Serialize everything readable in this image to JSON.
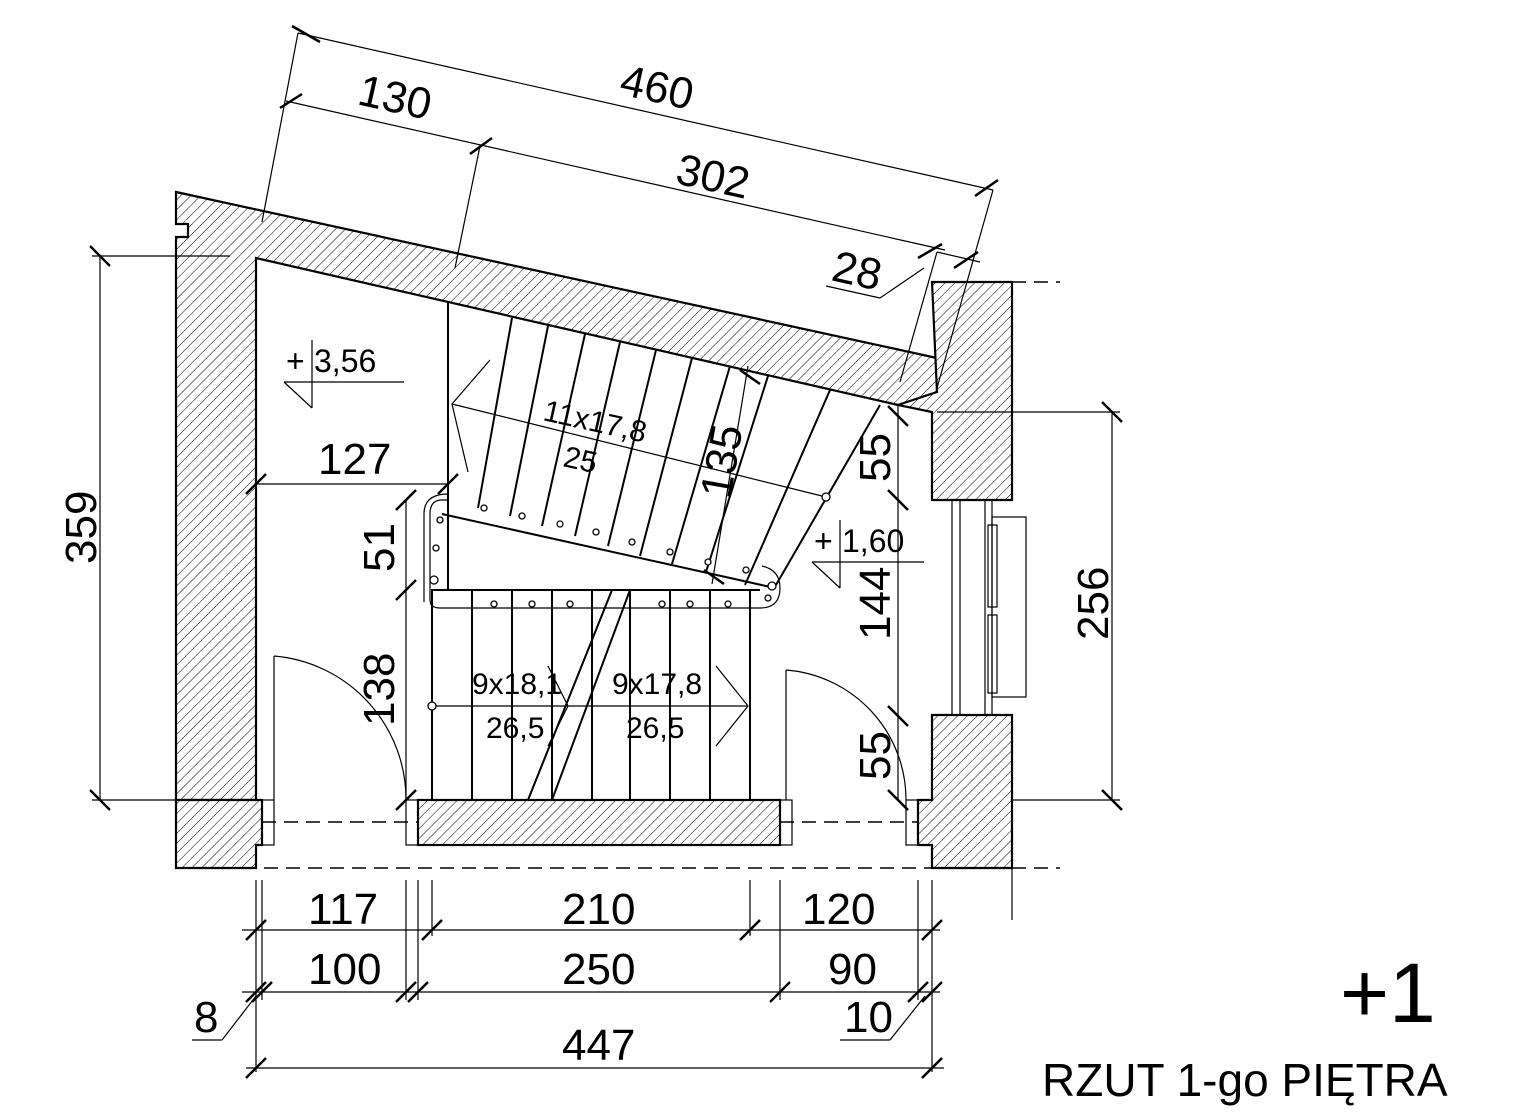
{
  "drawing": {
    "level_badge": "+1",
    "title": "RZUT 1-go PIĘTRA"
  },
  "dimensions": {
    "top_total": "460",
    "top_left": "130",
    "top_middle": "302",
    "top_right": "28",
    "left_height": "359",
    "right_height": "256",
    "landing_width": "127",
    "upper_gap": "51",
    "lower_height": "138",
    "flight_width": "135",
    "right_top": "55",
    "right_mid": "144",
    "right_bottom": "55",
    "bottom_row1": [
      "117",
      "210",
      "120"
    ],
    "bottom_row2": [
      "100",
      "250",
      "90"
    ],
    "bottom_small_left": "8",
    "bottom_small_right": "10",
    "bottom_total": "447"
  },
  "levels": {
    "upper_sign": "+",
    "upper_value": "3,56",
    "lower_sign": "+",
    "lower_value": "1,60"
  },
  "stairs": {
    "upper_flight_count": "11x17,8",
    "upper_flight_tread": "25",
    "left_flight_count": "9x18,1",
    "left_flight_tread": "26,5",
    "right_flight_count": "9x17,8",
    "right_flight_tread": "26,5"
  }
}
